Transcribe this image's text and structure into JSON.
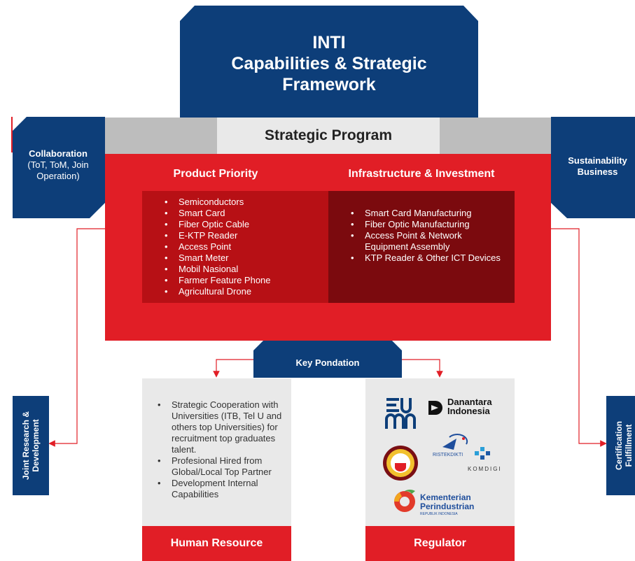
{
  "title": {
    "line1": "INTI",
    "line2": "Capabilities & Strategic",
    "line3": "Framework"
  },
  "strategic_program": {
    "label": "Strategic Program",
    "product_priority": {
      "title": "Product Priority",
      "items": [
        "Semiconductors",
        "Smart Card",
        "Fiber Optic Cable",
        "E-KTP Reader",
        "Access Point",
        "Smart Meter",
        "Mobil Nasional",
        "Farmer Feature Phone",
        "Agricultural Drone"
      ]
    },
    "infrastructure": {
      "title": "Infrastructure & Investment",
      "items": [
        "Smart Card Manufacturing",
        "Fiber Optic Manufacturing",
        "Access Point & Network Equipment Assembly",
        "KTP Reader & Other ICT Devices"
      ]
    }
  },
  "collaboration": {
    "title": "Collaboration",
    "detail": "(ToT, ToM, Join Operation)"
  },
  "sustainability": {
    "label": "Sustainability Business"
  },
  "key_foundation": {
    "label": "Key Pondation"
  },
  "human_resource": {
    "label": "Human Resource",
    "items": [
      "Strategic Cooperation with Universities (ITB, Tel U and others top Universities) for recruitment top graduates talent.",
      "Profesional Hired from Global/Local Top Partner",
      "Development Internal Capabilities"
    ]
  },
  "regulator": {
    "label": "Regulator",
    "logos": {
      "danantara": [
        "Danantara",
        "Indonesia"
      ],
      "ristekdikti": "RISTEKDIKTI",
      "komdigi": "KOMDIGI",
      "kemenperin": [
        "Kementerian",
        "Perindustrian",
        "REPUBLIK INDONESIA"
      ]
    }
  },
  "joint_rd": {
    "line1": "Joint Research &",
    "line2": "Development"
  },
  "certification": {
    "line1": "Certification",
    "line2": "Fulfillment"
  },
  "colors": {
    "navy": "#0d3e79",
    "red": "#e11e26",
    "dark_red": "#b71015",
    "maroon": "#7b0a0e",
    "light_gray": "#e9e9e9",
    "gray": "#bdbdbd"
  }
}
